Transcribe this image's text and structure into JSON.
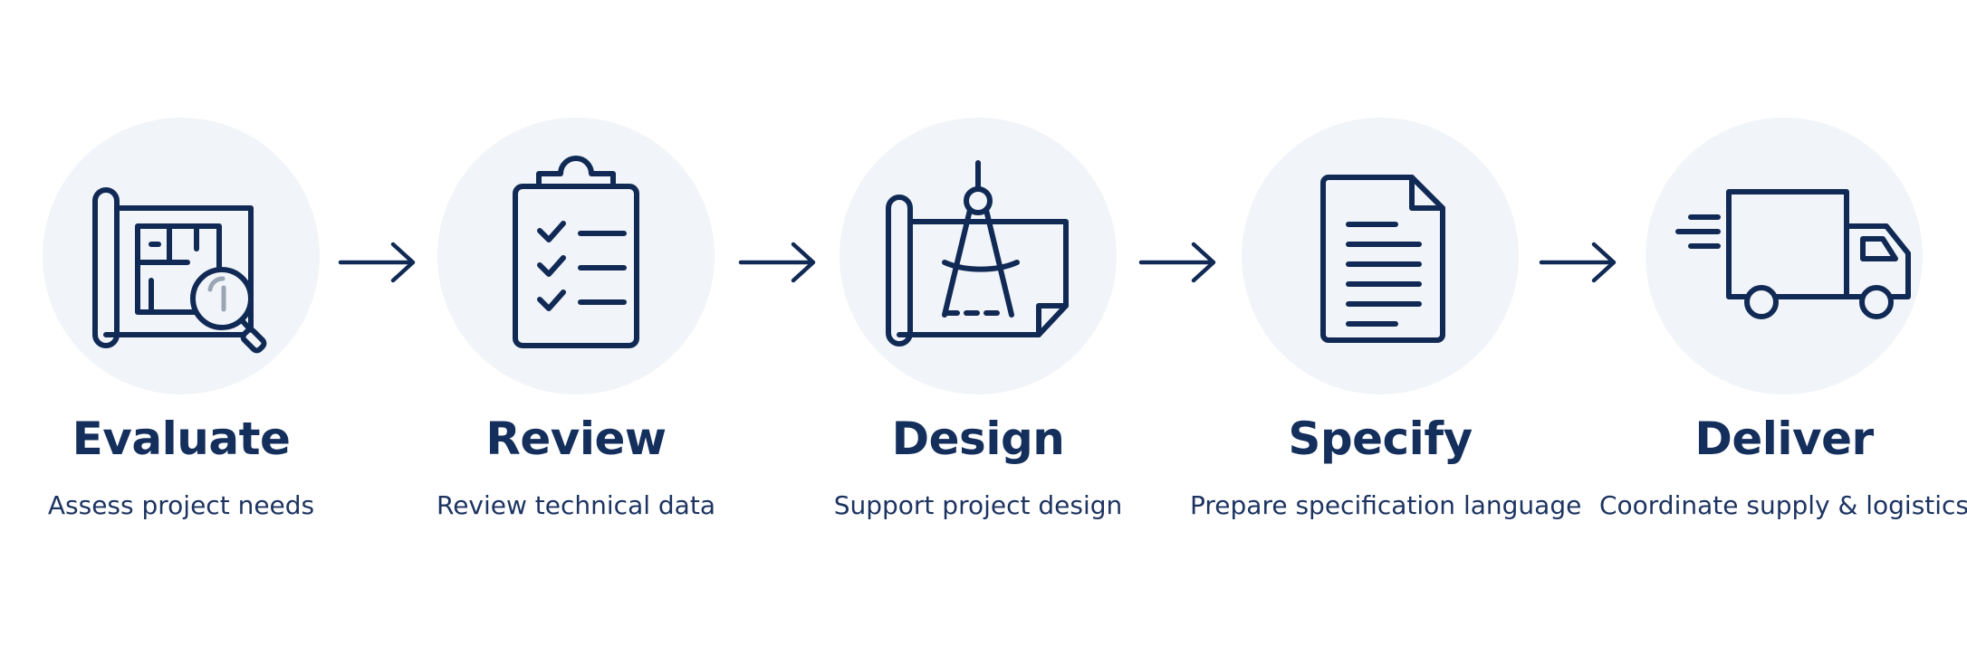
{
  "colors": {
    "ink": "#112a55",
    "heading": "#142f5c",
    "circle_fill": "#f1f4f8",
    "background": "#ffffff"
  },
  "steps": [
    {
      "title": "Evaluate",
      "subtitle": "Assess project needs",
      "icon": "blueprint-magnifier-icon"
    },
    {
      "title": "Review",
      "subtitle": "Review technical data",
      "icon": "clipboard-checklist-icon"
    },
    {
      "title": "Design",
      "subtitle": "Support project design",
      "icon": "blueprint-compass-icon"
    },
    {
      "title": "Specify",
      "subtitle": "Prepare specification language",
      "icon": "document-icon"
    },
    {
      "title": "Deliver",
      "subtitle": "Coordinate supply & logistics",
      "icon": "delivery-truck-icon"
    }
  ],
  "connectors": [
    "arrow-right-icon",
    "arrow-right-icon",
    "arrow-right-icon",
    "arrow-right-icon"
  ]
}
